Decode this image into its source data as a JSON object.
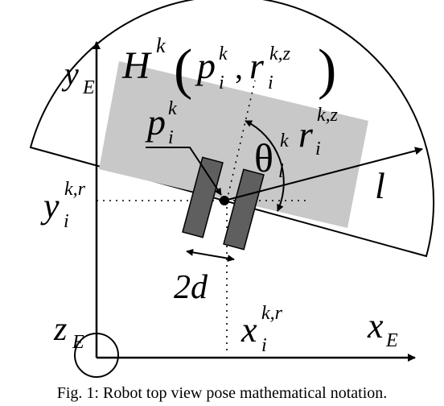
{
  "colors": {
    "region_fill": "#c8c8c8",
    "wheel_fill": "#5f5f5f",
    "ink": "#000000",
    "background": "#ffffff"
  },
  "labels": {
    "y_axis": "y",
    "y_axis_sub": "E",
    "x_axis": "x",
    "x_axis_sub": "E",
    "z_axis": "z",
    "z_axis_sub": "E",
    "region_name": "H",
    "region_sup": "k",
    "region_args_p": "p",
    "region_args_p_sub": "i",
    "region_args_p_sup": "k",
    "comma": ",",
    "region_args_r": "r",
    "region_args_r_sub": "i",
    "region_args_r_sup": "k,z",
    "pos_label": "p",
    "pos_label_sub": "i",
    "pos_label_sup": "k",
    "heading_angle": "θ",
    "heading_angle_sub": "l",
    "heading_angle_sup": "k",
    "orient_label": "r",
    "orient_label_sub": "i",
    "orient_label_sup": "k,z",
    "direction_label": "l",
    "y_coord": "y",
    "y_coord_sub": "i",
    "y_coord_sup": "k,r",
    "x_coord": "x",
    "x_coord_sub": "i",
    "x_coord_sup": "k,r",
    "wheel_distance": "2d"
  },
  "caption": "Fig. 1: Robot top view pose mathematical notation."
}
